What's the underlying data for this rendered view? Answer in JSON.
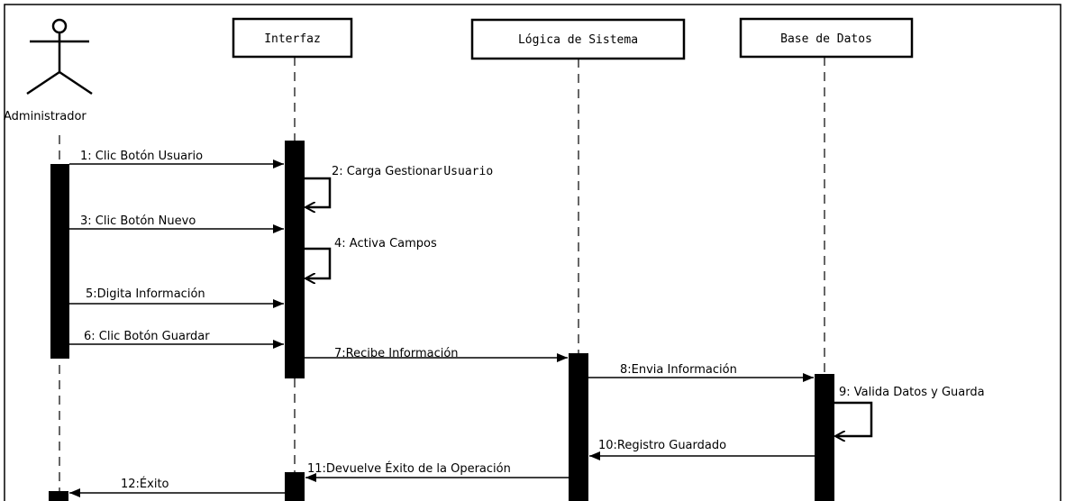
{
  "actor": {
    "label": "Administrador"
  },
  "lifelines": {
    "interfaz": "Interfaz",
    "logica": "Lógica de Sistema",
    "base": "Base de Datos"
  },
  "messages": {
    "m1": "1: Clic Botón Usuario",
    "m2a": "2: Carga Gestionar",
    "m2b": "Usuario",
    "m3": "3: Clic Botón Nuevo",
    "m4": "4: Activa Campos",
    "m5": "5:Digita Información",
    "m6": "6: Clic Botón Guardar",
    "m7": "7:Recibe Información",
    "m8": "8:Envia Información",
    "m9": "9:  Valida Datos y Guarda",
    "m10": "10:Registro Guardado",
    "m11": "11:Devuelve Éxito de la Operación",
    "m12": "12:Éxito"
  }
}
